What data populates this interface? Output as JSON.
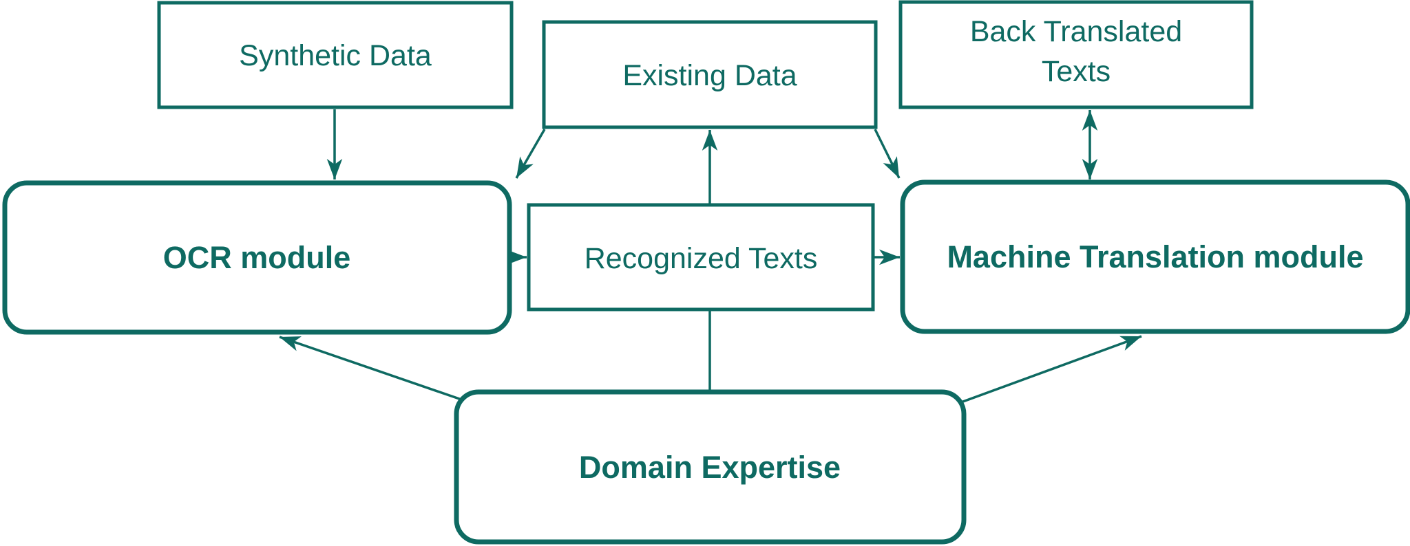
{
  "diagram": {
    "title": "OCR and Machine Translation pipeline diagram",
    "accent_color": "#0e6a62",
    "background_color": "#ffffff",
    "nodes": {
      "synthetic_data": {
        "label": "Synthetic Data",
        "shape": "rectangle"
      },
      "existing_data": {
        "label": "Existing Data",
        "shape": "rectangle"
      },
      "back_translated_texts": {
        "label": "Back Translated Texts",
        "lines": [
          "Back Translated",
          "Texts"
        ],
        "shape": "rectangle"
      },
      "ocr_module": {
        "label": "OCR module",
        "shape": "rounded-rectangle"
      },
      "recognized_texts": {
        "label": "Recognized Texts",
        "shape": "rectangle"
      },
      "machine_translation_module": {
        "label": "Machine Translation module",
        "shape": "rounded-rectangle"
      },
      "domain_expertise": {
        "label": "Domain Expertise",
        "shape": "rounded-rectangle"
      }
    },
    "edges": [
      {
        "from": "synthetic_data",
        "to": "ocr_module",
        "type": "arrow"
      },
      {
        "from": "existing_data",
        "to": "ocr_module",
        "type": "arrow"
      },
      {
        "from": "existing_data",
        "to": "machine_translation_module",
        "type": "arrow"
      },
      {
        "from": "recognized_texts",
        "to": "existing_data",
        "type": "arrow"
      },
      {
        "from": "back_translated_texts",
        "to": "machine_translation_module",
        "type": "double-arrow"
      },
      {
        "from": "ocr_module",
        "to": "recognized_texts",
        "type": "arrow"
      },
      {
        "from": "recognized_texts",
        "to": "machine_translation_module",
        "type": "arrow"
      },
      {
        "from": "domain_expertise",
        "to": "ocr_module",
        "type": "arrow"
      },
      {
        "from": "domain_expertise",
        "to": "machine_translation_module",
        "type": "arrow"
      },
      {
        "from": "domain_expertise",
        "to": "recognized_texts",
        "type": "line"
      }
    ]
  }
}
